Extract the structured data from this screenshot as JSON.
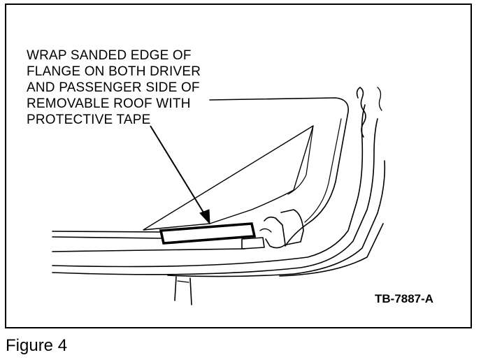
{
  "callout": {
    "lines": [
      "WRAP SANDED EDGE OF",
      "FLANGE ON BOTH DRIVER",
      "AND PASSENGER SIDE OF",
      "REMOVABLE ROOF WITH",
      "PROTECTIVE TAPE"
    ]
  },
  "figure_code": "TB-7887-A",
  "caption": "Figure 4"
}
